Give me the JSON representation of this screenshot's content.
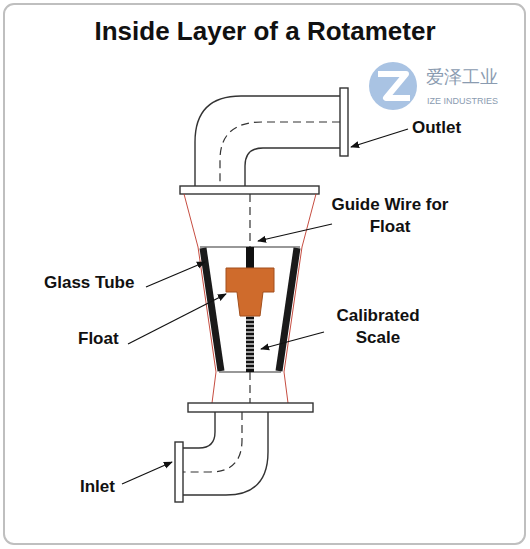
{
  "diagram": {
    "title": "Inside Layer of a Rotameter",
    "labels": [
      "爱泽工业",
      "IZE INDUSTRIES",
      "Outlet",
      "Guide Wire for Float",
      "Glass Tube",
      "Calibrated Scale",
      "Float",
      "Inlet"
    ]
  }
}
